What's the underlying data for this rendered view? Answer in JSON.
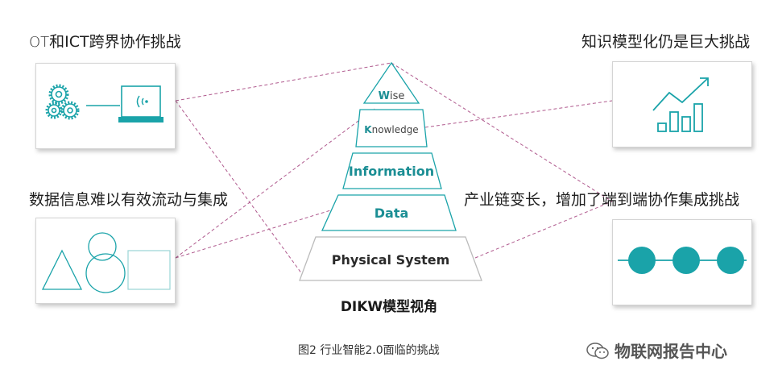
{
  "corner_labels": {
    "top_left_prefix": "OT",
    "top_left_rest": "和ICT跨界协作挑战",
    "top_right": "知识模型化仍是巨大挑战",
    "mid_left": "数据信息难以有效流动与集成",
    "mid_right": "产业链变长，增加了端到端协作集成挑战"
  },
  "pyramid": {
    "levels": [
      {
        "first": "W",
        "rest": "ise"
      },
      {
        "first": "K",
        "rest": "nowledge"
      },
      {
        "first": "I",
        "rest": "nformation"
      },
      {
        "first": "D",
        "rest": "ata"
      }
    ],
    "base": "Physical System",
    "title": "DIKW模型视角"
  },
  "caption": "图2  行业智能2.0面临的挑战",
  "watermark": "物联网报告中心",
  "colors": {
    "teal": "#1aa3a9",
    "teal_text": "#1b8e94",
    "dashed_line": "#b05a8e",
    "panel_border": "#d4d4d4"
  },
  "icons": {
    "top_left_panel": [
      "gears-icon",
      "wireless-laptop-icon"
    ],
    "top_right_panel": "rising-bar-chart-icon",
    "bottom_left_panel": [
      "triangle-icon",
      "circles-icon",
      "square-icon"
    ],
    "bottom_right_panel": "connected-dots-icon",
    "watermark": "wechat-icon"
  }
}
